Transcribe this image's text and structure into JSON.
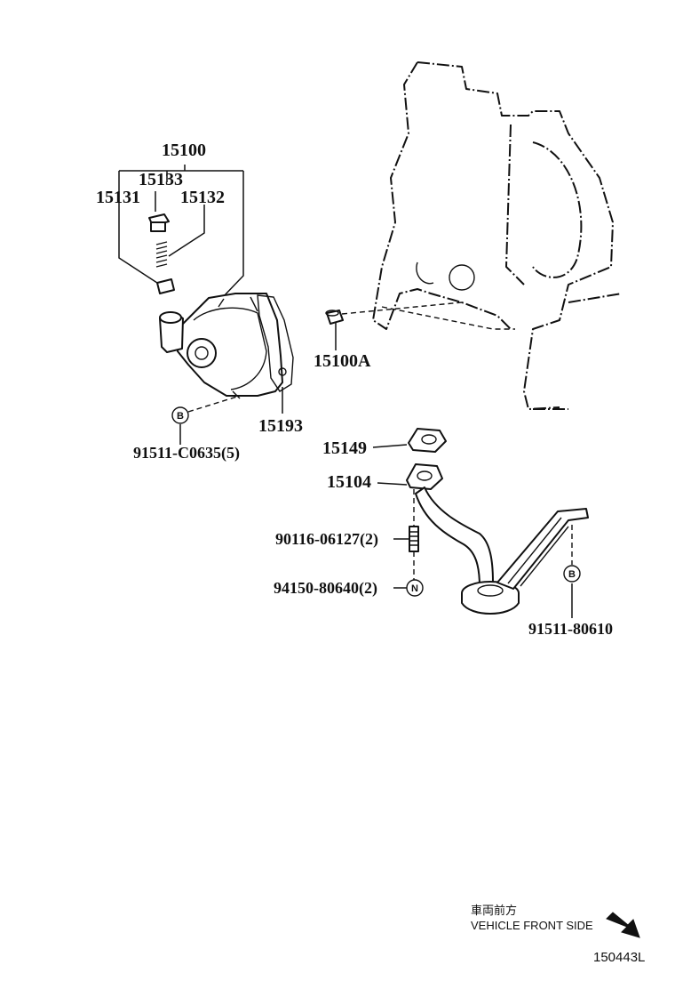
{
  "labels": {
    "p15100": "15100",
    "p15133": "15133",
    "p15131": "15131",
    "p15132": "15132",
    "p15100A": "15100A",
    "p15193": "15193",
    "p91511c": "91511-C0635(5)",
    "p15149": "15149",
    "p15104": "15104",
    "p90116": "90116-06127(2)",
    "p94150": "94150-80640(2)",
    "p91511_80610": "91511-80610"
  },
  "symbols": {
    "bolt_b": "B",
    "nut_n": "N"
  },
  "direction": {
    "japanese": "車両前方",
    "english": "VEHICLE FRONT SIDE",
    "arrow_icon": "down-right-arrow-icon"
  },
  "ref_code": "150443L"
}
